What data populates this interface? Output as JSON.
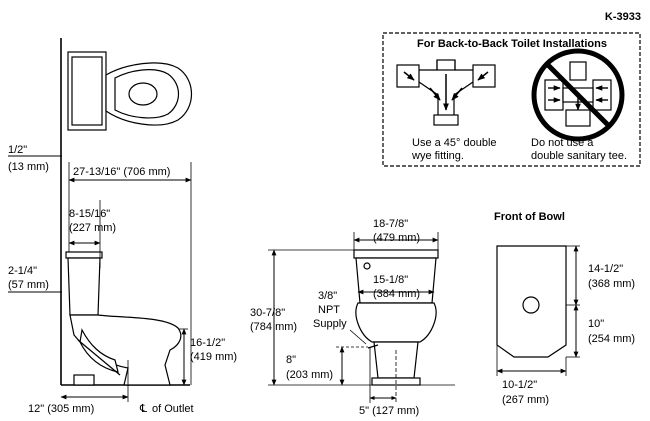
{
  "model": "K-3933",
  "inset": {
    "title": "For Back-to-Back Toilet Installations",
    "do_text": [
      "Use a 45° double",
      "wye fitting."
    ],
    "dont_text": [
      "Do not use a",
      "double sanitary tee."
    ]
  },
  "side_view": {
    "offset": [
      "1/2\"",
      "(13 mm)"
    ],
    "depth": "27-13/16\" (706 mm)",
    "tank_setback": [
      "8-15/16\"",
      "(227 mm)"
    ],
    "floor_to_tank": [
      "2-1/4\"",
      "(57 mm)"
    ],
    "rim_height": [
      "16-1/2\"",
      "(419 mm)"
    ],
    "outlet_offset": "12\" (305 mm)",
    "outlet_symbol": "℄",
    "outlet_label": "of Outlet"
  },
  "front_view": {
    "tank_width": [
      "18-7/8\"",
      "(479 mm)"
    ],
    "bowl_width": [
      "15-1/8\"",
      "(384 mm)"
    ],
    "total_height": [
      "30-7/8\"",
      "(784 mm)"
    ],
    "supply": [
      "3/8\"",
      "NPT",
      "Supply"
    ],
    "supply_height": [
      "8\"",
      "(203 mm)"
    ],
    "supply_offset": "5\" (127 mm)"
  },
  "bowl_front": {
    "title": "Front of Bowl",
    "upper": [
      "14-1/2\"",
      "(368 mm)"
    ],
    "lower": [
      "10\"",
      "(254 mm)"
    ],
    "width": [
      "10-1/2\"",
      "(267 mm)"
    ]
  }
}
